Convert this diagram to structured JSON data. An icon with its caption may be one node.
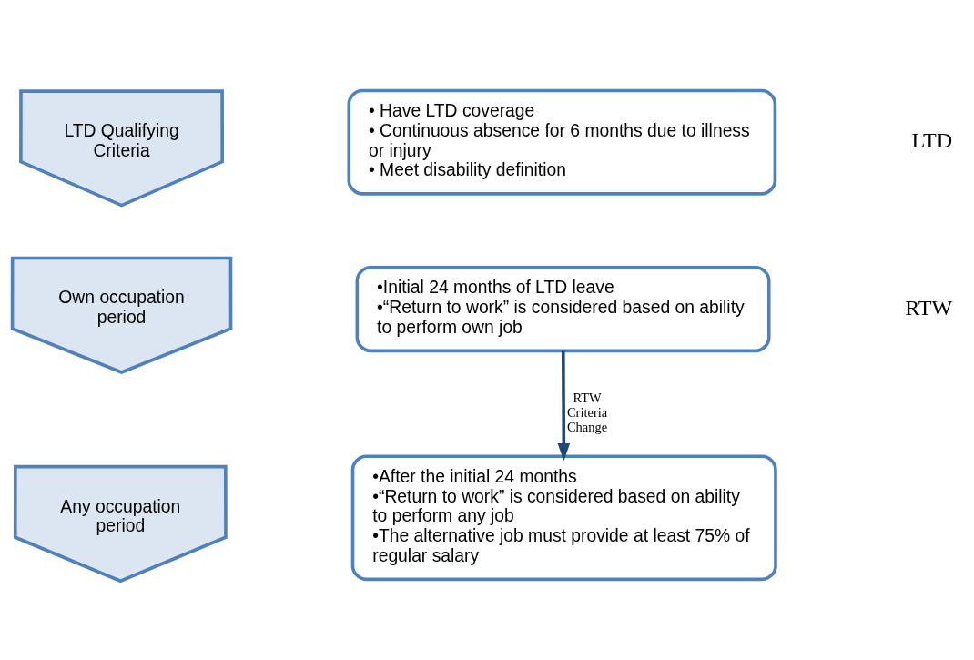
{
  "diagram": {
    "nodes": [
      {
        "text": [
          "LTD Qualifying Criteria"
        ]
      },
      {
        "text": [
          "Own occupation period"
        ]
      },
      {
        "text": [
          "Any occupation period"
        ]
      },
      {
        "text": [
          "• Have LTD coverage",
          "• Continuous absence for 6 months due to illness or injury",
          "• Meet disability definition"
        ]
      },
      {
        "text": [
          "•Initial 24 months of LTD leave",
          "•“Return to work” is considered based on ability to perform own job"
        ]
      },
      {
        "text": [
          "•After the initial 24 months",
          "•“Return to work” is considered based on ability to perform any job",
          "•The alternative job must provide at least 75% of regular salary"
        ]
      }
    ],
    "edges": [
      {
        "from": 4,
        "to": 5,
        "arrow": "to",
        "label": "RTW Criteria Change"
      }
    ],
    "labels": [
      "LTD",
      "RTW"
    ]
  }
}
